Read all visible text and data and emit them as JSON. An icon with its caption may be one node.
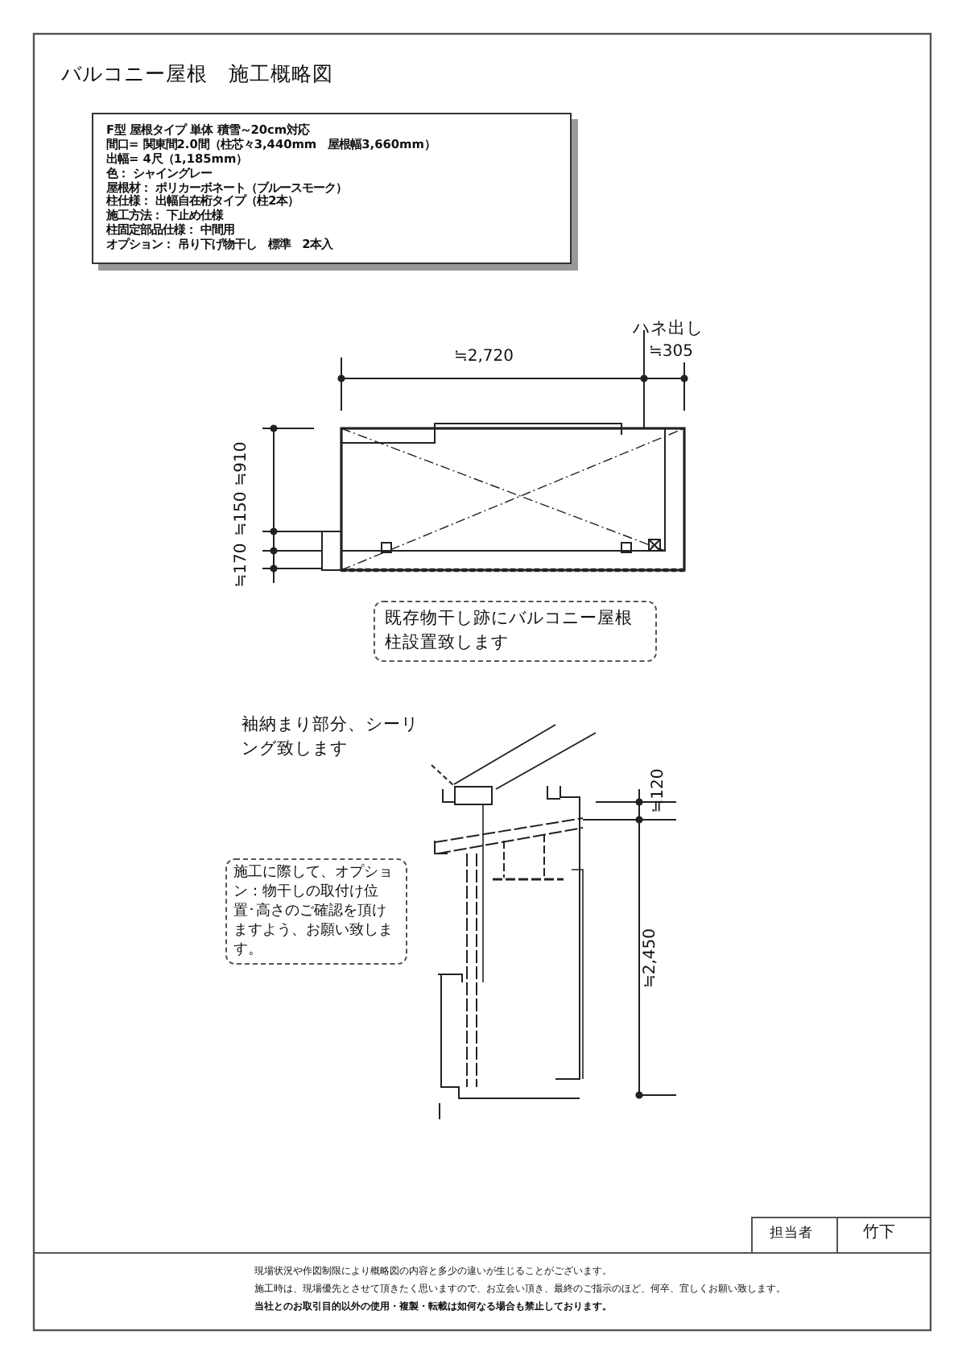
{
  "diagram": {
    "title": "バルコニー屋根　施工概略図",
    "nodes": [
      {
        "text": [
          "F型 屋根タイプ 単体 積雪～20cm対応",
          "間口= 関東間2.0間（柱芯々3,440mm　屋根幅3,660mm）",
          "出幅= 4尺（1,185mm）",
          "色： シャイングレー",
          "屋根材： ポリカーボネート（ブルースモーク）",
          "柱仕様： 出幅自在桁タイプ（柱2本）",
          "施工方法： 下止め仕様",
          "柱固定部品仕様： 中間用",
          "オプション： 吊り下げ物干し　標準　2本入"
        ]
      },
      {
        "text": [
          "既存物干し跡にバルコニー屋根柱設置致します"
        ]
      },
      {
        "text": [
          "袖納まり部分、シーリング致します"
        ]
      },
      {
        "text": [
          "施工に際して、オプション：物干しの取付け位置･高さのご確認を頂けますよう、お願い致します。"
        ]
      },
      {
        "text": [],
        "shape": "box"
      }
    ],
    "edges": [
      {
        "from": 2,
        "to": 4,
        "arrow": "none",
        "style": "dashed"
      }
    ],
    "labels": [
      "ハネ出し",
      "≒305",
      "≒2,720",
      "≒910",
      "≒150",
      "≒170",
      "≒120",
      "≒2,450",
      "担当者",
      "竹下",
      "現場状況や作図制限により概略図の内容と多少の違いが生じることがございます。",
      "施工時は、現場優先とさせて頂きたく思いますので、お立会い頂き、最終のご指示のほど、何卒、宜しくお願い致します。",
      "当社とのお取引目的以外の使用・複製・転載は如何なる場合も禁止しております。"
    ]
  }
}
